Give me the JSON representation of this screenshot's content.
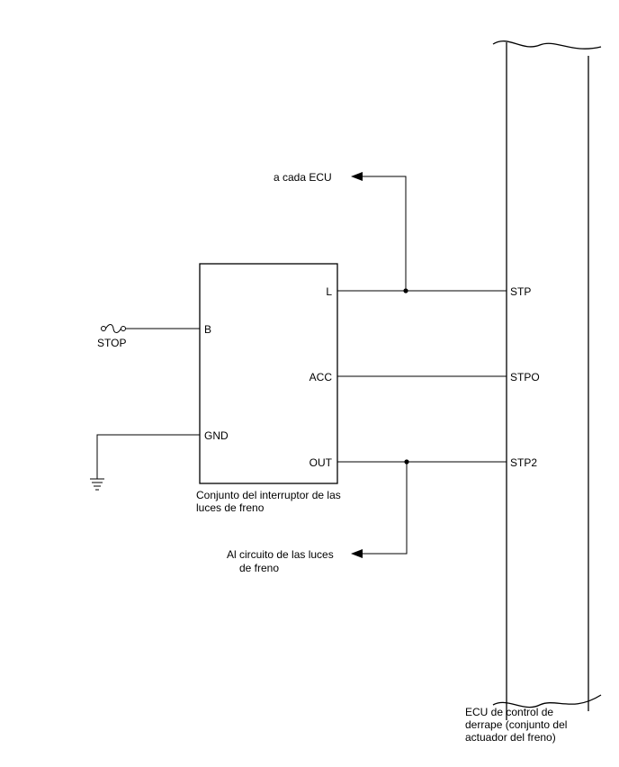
{
  "colors": {
    "line": "#000000",
    "background": "#ffffff"
  },
  "icons": {
    "fuse": "fuse-icon",
    "ground": "ground-icon",
    "junction": "junction-dot-icon",
    "arrow": "arrow-left-icon"
  },
  "switch_assembly": {
    "pins": {
      "b": "B",
      "gnd": "GND",
      "l": "L",
      "acc": "ACC",
      "out": "OUT"
    },
    "caption": [
      "Conjunto del interruptor de las",
      "luces de freno"
    ]
  },
  "fuse_label": "STOP",
  "ecu": {
    "pins": {
      "stp": "STP",
      "stpo": "STPO",
      "stp2": "STP2"
    },
    "caption": [
      "ECU de control de",
      "derrape (conjunto del",
      "actuador del freno)"
    ]
  },
  "branches": {
    "to_each_ecu": "a cada ECU",
    "to_stop_light_circuit": [
      "Al circuito de las luces",
      "de freno"
    ]
  }
}
